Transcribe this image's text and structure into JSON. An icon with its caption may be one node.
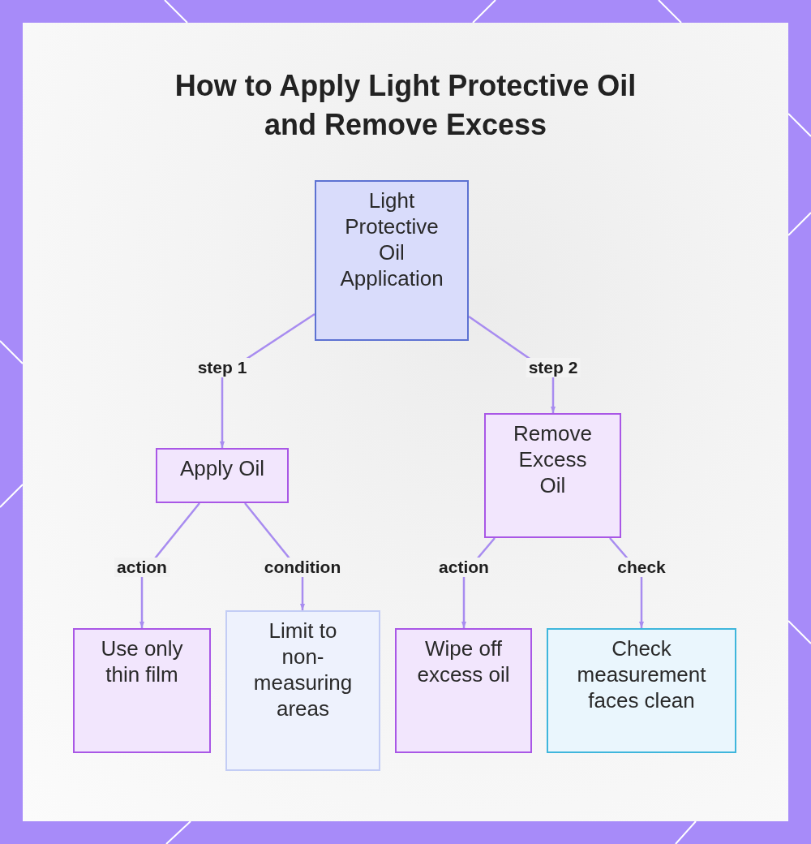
{
  "diagram": {
    "title": "How to Apply Light Protective Oil and Remove Excess",
    "nodes": [
      {
        "text": [
          "Light Protective Oil Application"
        ]
      },
      {
        "text": [
          "Apply Oil"
        ]
      },
      {
        "text": [
          "Remove Excess Oil"
        ]
      },
      {
        "text": [
          "Use only thin film"
        ]
      },
      {
        "text": [
          "Limit to non-measuring areas"
        ]
      },
      {
        "text": [
          "Wipe off excess oil"
        ]
      },
      {
        "text": [
          "Check measurement faces clean"
        ]
      }
    ],
    "edges": [
      {
        "from": 0,
        "to": 1,
        "arrow": "to",
        "label": "step 1"
      },
      {
        "from": 0,
        "to": 2,
        "arrow": "to",
        "label": "step 2"
      },
      {
        "from": 1,
        "to": 3,
        "arrow": "to",
        "label": "action"
      },
      {
        "from": 1,
        "to": 4,
        "arrow": "to",
        "label": "condition"
      },
      {
        "from": 2,
        "to": 5,
        "arrow": "to",
        "label": "action"
      },
      {
        "from": 2,
        "to": 6,
        "arrow": "to",
        "label": "check"
      }
    ]
  }
}
